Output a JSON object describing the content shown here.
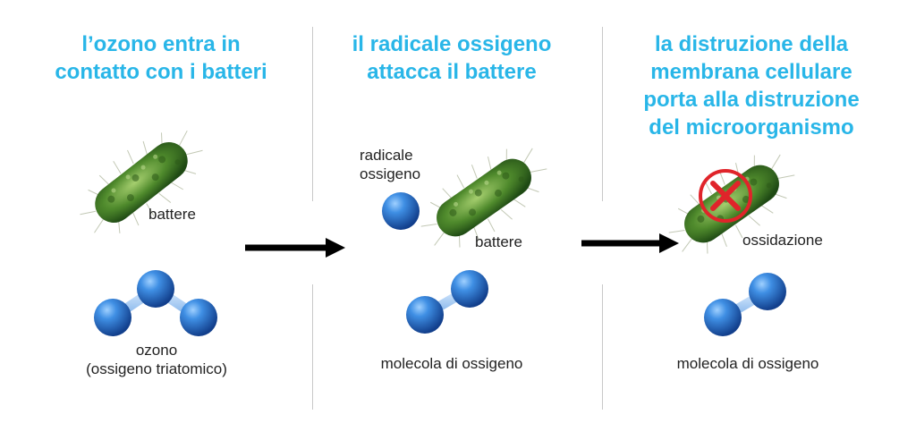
{
  "colors": {
    "title": "#29b6e8",
    "molecule": "#2f7fd6",
    "bacterium": "#4f8a2c",
    "cross": "#e0242a",
    "arrow": "#000000"
  },
  "panels": [
    {
      "title_lines": [
        "l’ozono entra in",
        "contatto con i batteri"
      ],
      "bacterium_label": "battere",
      "molecule_label_lines": [
        "ozono",
        "(ossigeno triatomico)"
      ]
    },
    {
      "title_lines": [
        "il radicale ossigeno",
        "attacca il battere"
      ],
      "radical_label_lines": [
        "radicale",
        "ossigeno"
      ],
      "bacterium_label": "battere",
      "molecule_label": "molecola di ossigeno"
    },
    {
      "title_lines": [
        "la distruzione della",
        "membrana cellulare",
        "porta alla distruzione",
        "del microorganismo"
      ],
      "oxidation_label": "ossidazione",
      "molecule_label": "molecola di ossigeno"
    }
  ],
  "icons": [
    "bacterium-icon",
    "ozone-molecule-icon",
    "oxygen-radical-icon",
    "oxygen-molecule-icon",
    "cross-mark-icon",
    "right-arrow-icon"
  ]
}
